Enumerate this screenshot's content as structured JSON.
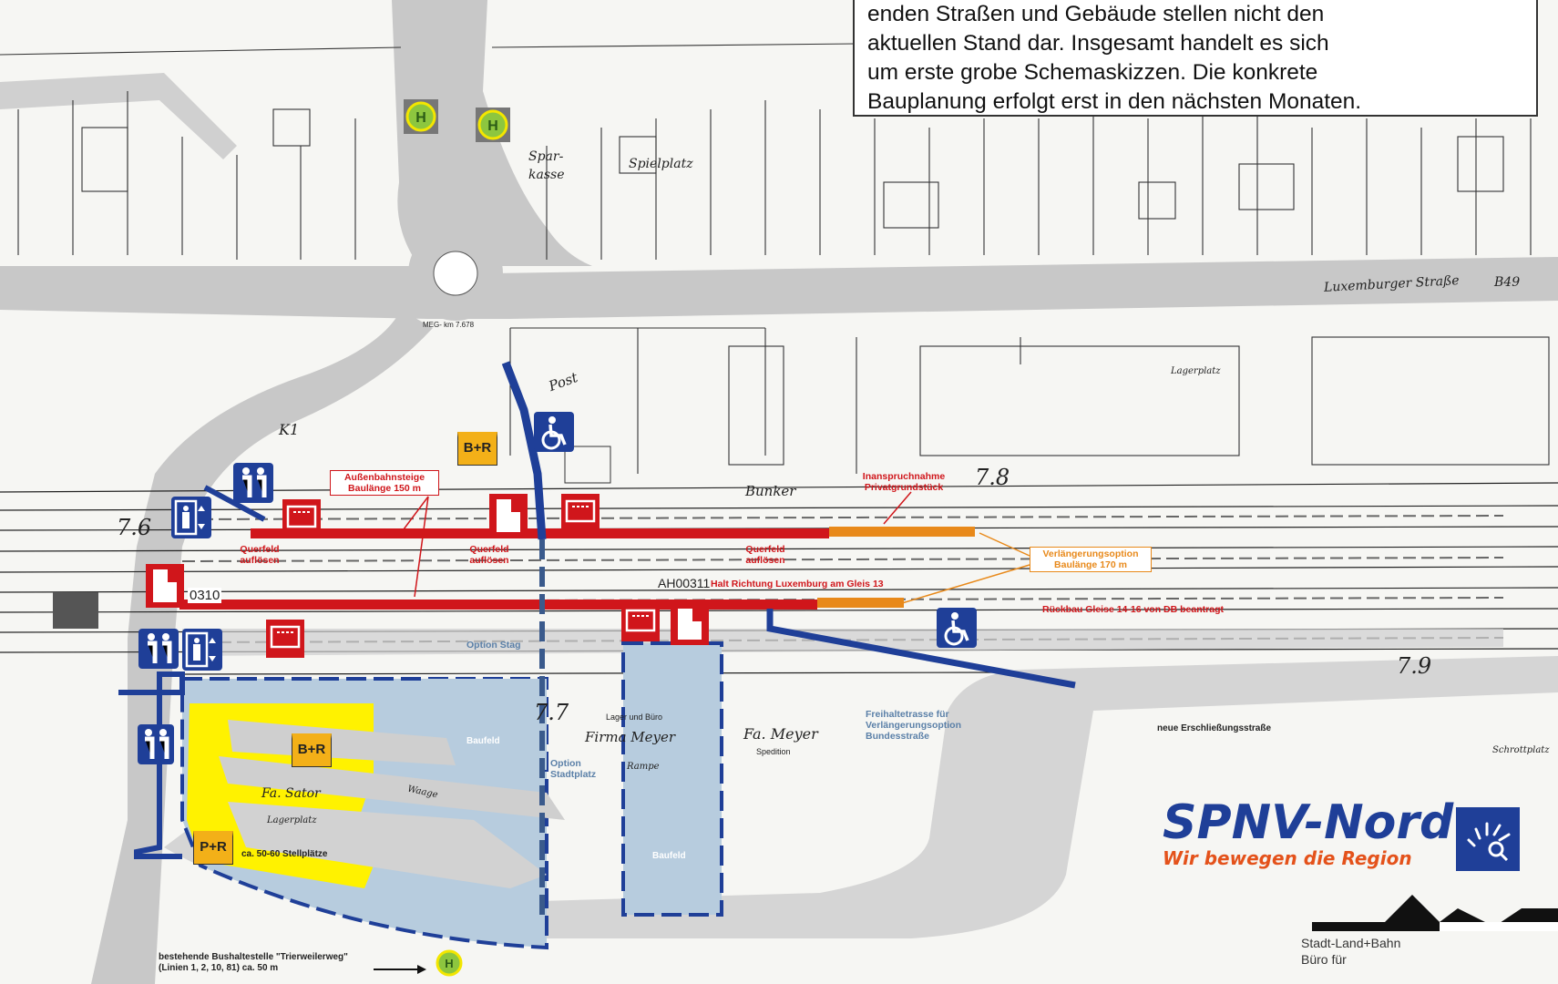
{
  "note": {
    "lines": [
      "enden Straßen und Gebäude  stellen nicht den",
      "aktuellen Stand dar. Insgesamt handelt es sich",
      "um erste grobe Schemaskizzen. Die konkrete",
      "Bauplanung erfolgt erst in den nächsten Monaten."
    ]
  },
  "labels": {
    "aussenbahnsteige": "Außenbahnsteige\nBaulänge 150 m",
    "inanspruchnahme": "Inanspruchnahme\nPrivatgrundstück",
    "querfeld1": "Querfeld\nauflösen",
    "querfeld2": "Querfeld\nauflösen",
    "querfeld3": "Querfeld\nauflösen",
    "halt_richtung": "Halt Richtung Luxemburg am Gleis 13",
    "verlaengerung": "Verlängerungsoption\nBaulänge 170 m",
    "rueckbau": "Rückbau Gleise 14-16 von DB beantragt",
    "option_stag": "Option Stag",
    "option_stadtplatz": "Option\nStadtplatz",
    "baufeld1": "Baufeld",
    "baufeld2": "Baufeld",
    "freihaltetrasse": "Freihaltetrasse für\nVerlängerungsoption\nBundesstraße",
    "neue_erschliessung": "neue Erschließungsstraße",
    "stellplaetze": "ca. 50-60 Stellplätze",
    "halt": "bestehende Bushaltestelle \"Trierweilerweg\"\n(Linien 1, 2, 10, 81) ca. 50 m",
    "ah": "AH00311",
    "code0310": "0310",
    "meg": "MEG- km 7.678"
  },
  "map_text": {
    "luxemburger": "Luxemburger Straße",
    "b49": "B49",
    "sparkasse": "Spar-\nkasse",
    "spielplatz": "Spielplatz",
    "post": "Post",
    "bunker": "Bunker",
    "lagerplatz": "Lagerplatz",
    "lagerplatz2": "Lagerplatz",
    "fa_sator": "Fa. Sator",
    "fa_meyer": "Fa. Meyer",
    "spedition": "Spedition",
    "firma_meyer": "Firma Meyer",
    "lager_buero": "Lager und Büro",
    "rampe": "Rampe",
    "waage": "Waage",
    "k1": "K1",
    "schrottplatz": "Schrottplatz",
    "km76": "7.6",
    "km77": "7.7",
    "km78": "7.8",
    "km79": "7.9"
  },
  "icons": {
    "br": "B+R",
    "pr": "P+R"
  },
  "logo": {
    "name": "SPNV-Nord",
    "slogan": "Wir bewegen die Region"
  },
  "buero": "Stadt-Land+Bahn\nBüro für",
  "colors": {
    "red": "#d0161b",
    "orange": "#e8891a",
    "blue": "#1f3f98",
    "yellow": "#fff200",
    "lightblue": "#b7ccde",
    "road": "#c8c8c8"
  }
}
